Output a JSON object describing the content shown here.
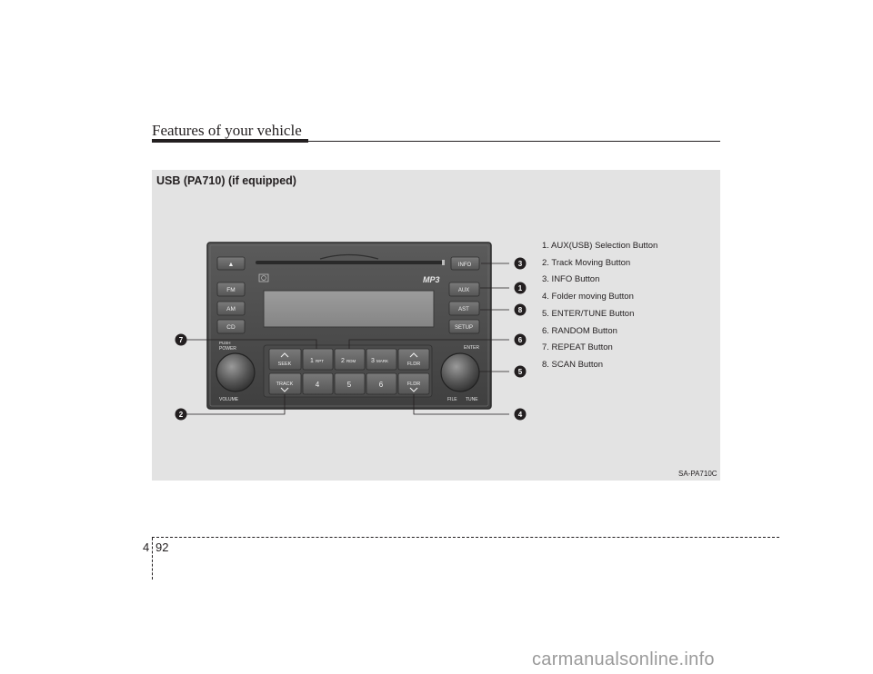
{
  "header": {
    "title": "Features of your vehicle"
  },
  "figure": {
    "title": "USB (PA710) (if equipped)",
    "code": "SA-PA710C",
    "radio": {
      "left_buttons": {
        "eject": "▲",
        "fm": "FM",
        "am": "AM",
        "cd": "CD"
      },
      "right_buttons": {
        "info": "INFO",
        "aux": "AUX",
        "ast": "AST",
        "setup": "SETUP"
      },
      "brand": "MP3",
      "push": "PUSH",
      "power": "POWER",
      "volume": "VOLUME",
      "enter": "ENTER",
      "file": "FILE",
      "tune": "TUNE",
      "keys": {
        "seek": "SEEK",
        "track": "TRACK",
        "k1": "1",
        "k1_label": "RPT",
        "k2": "2",
        "k2_label": "RDM",
        "k3": "3",
        "k3_label": "MARK",
        "k4": "4",
        "k5": "5",
        "k6": "6",
        "fldr_up": "FLDR",
        "fldr_down": "FLDR"
      }
    },
    "callouts": [
      "1",
      "2",
      "3",
      "4",
      "5",
      "6",
      "7",
      "8"
    ],
    "legend": [
      "1. AUX(USB) Selection Button",
      "2. Track Moving Button",
      "3. INFO Button",
      "4. Folder moving Button",
      "5. ENTER/TUNE Button",
      "6. RANDOM Button",
      "7. REPEAT Button",
      "8. SCAN Button"
    ]
  },
  "footer": {
    "section": "4",
    "page": "92"
  },
  "watermark": "carmanualsonline.info"
}
